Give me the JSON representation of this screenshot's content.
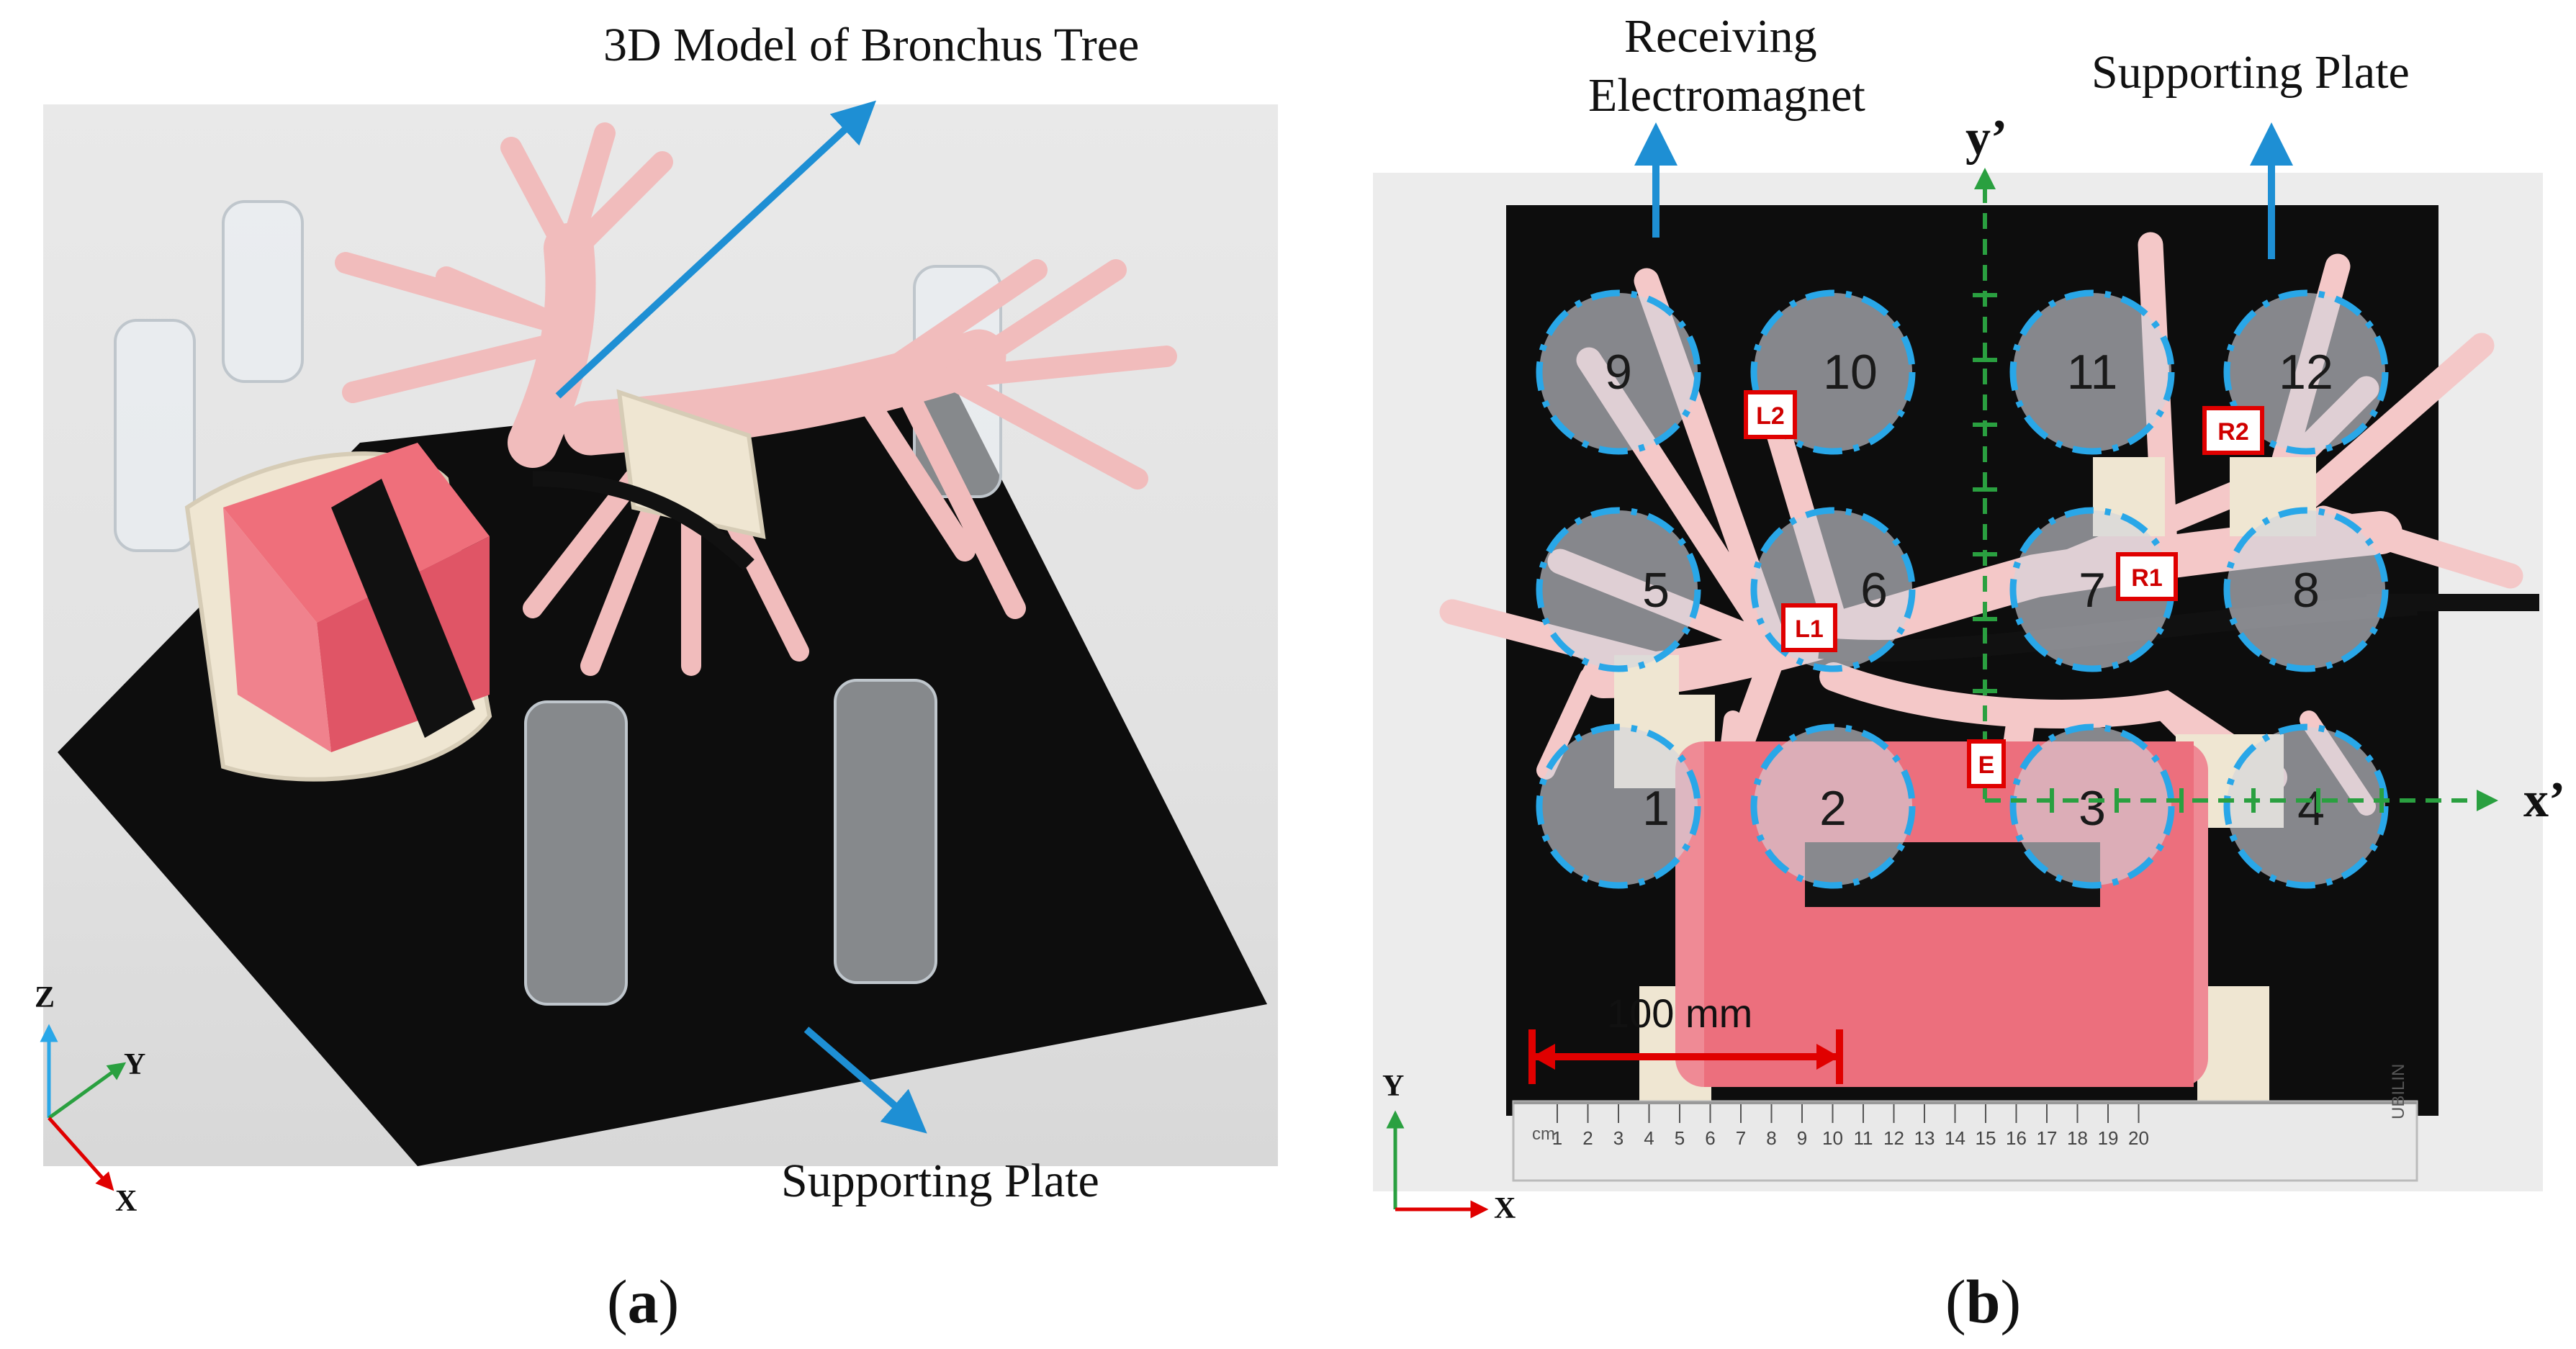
{
  "panel_a": {
    "annotations": {
      "model_label": "3D Model of Bronchus Tree",
      "plate_label": "Supporting Plate"
    },
    "axes": {
      "z": "Z",
      "y": "Y",
      "x": "X"
    },
    "caption": "(a)",
    "caption_letter": "a"
  },
  "panel_b": {
    "annotations": {
      "electromagnet_label_line1": "Receiving",
      "electromagnet_label_line2": "Electromagnet",
      "plate_label": "Supporting Plate"
    },
    "local_axes": {
      "y_prime": "y’",
      "x_prime": "x’"
    },
    "grid_numbers": [
      "1",
      "2",
      "3",
      "4",
      "5",
      "6",
      "7",
      "8",
      "9",
      "10",
      "11",
      "12"
    ],
    "tags": {
      "L1": "L1",
      "L2": "L2",
      "R1": "R1",
      "R2": "R2",
      "E": "E"
    },
    "scale_bar": "100 mm",
    "ruler_brand": "UBILIN",
    "ruler_unit": "cm",
    "ruler_ticks": [
      "1",
      "2",
      "3",
      "4",
      "5",
      "6",
      "7",
      "8",
      "9",
      "10",
      "11",
      "12",
      "13",
      "14",
      "15",
      "16",
      "17",
      "18",
      "19",
      "20"
    ],
    "axes": {
      "y": "Y",
      "x": "X"
    },
    "caption": "(b)",
    "caption_letter": "b"
  },
  "colors": {
    "arrow_blue": "#1e8fd4",
    "circle_blue": "#29a7e8",
    "axis_green": "#2aa040",
    "tag_red": "#e00000",
    "tissue_pink": "#f4c8c8",
    "plate_black": "#0d0d0d"
  }
}
